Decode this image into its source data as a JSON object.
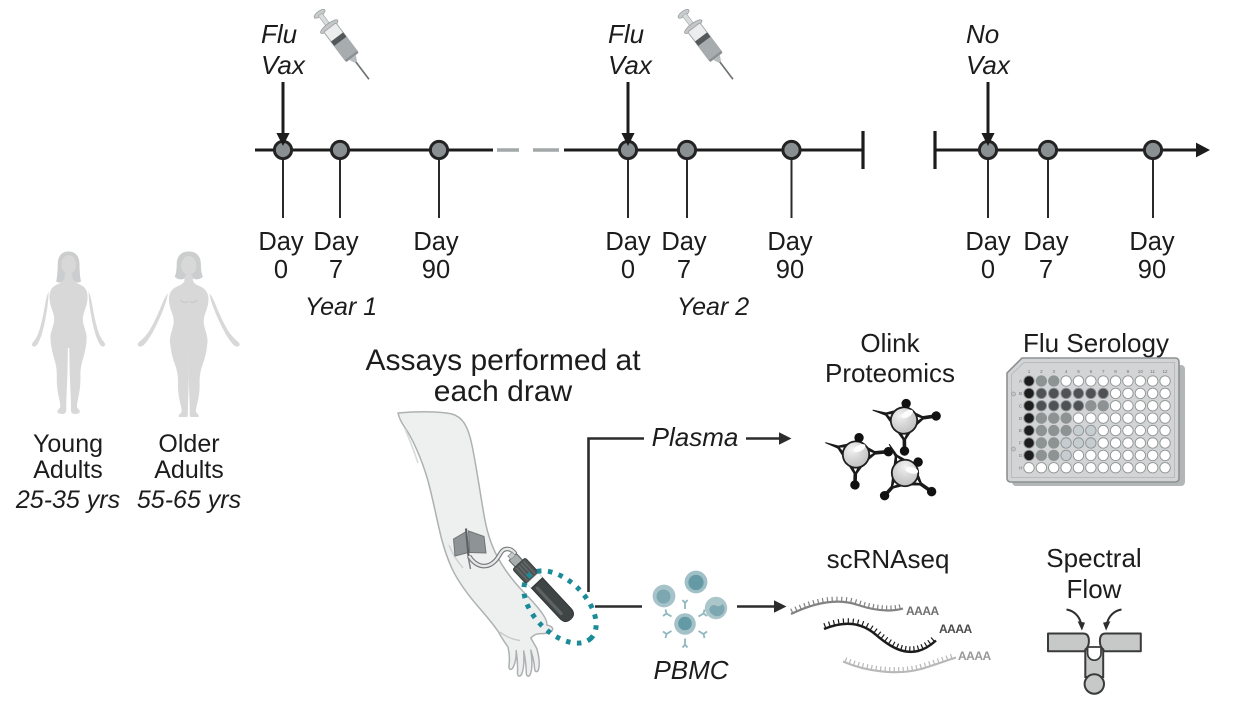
{
  "figure": {
    "background": "#ffffff",
    "description": "Influenza vaccination study design with two age cohorts, two vaccination years plus a no-vax arm, and assays performed at each blood draw"
  },
  "cohort": {
    "groups": [
      {
        "label_line1": "Young",
        "label_line2": "Adults",
        "age_range": "25-35 yrs",
        "icon": "young-adult-female-silhouette-icon"
      },
      {
        "label_line1": "Older",
        "label_line2": "Adults",
        "age_range": "55-65 yrs",
        "icon": "older-adult-female-silhouette-icon"
      }
    ]
  },
  "timelines": [
    {
      "id": "year1",
      "intervention_line1": "Flu",
      "intervention_line2": "Vax",
      "icon": "syringe-icon",
      "year_label": "Year 1",
      "days": [
        {
          "label": "Day",
          "value": "0"
        },
        {
          "label": "Day",
          "value": "7"
        },
        {
          "label": "Day",
          "value": "90"
        }
      ]
    },
    {
      "id": "year2",
      "intervention_line1": "Flu",
      "intervention_line2": "Vax",
      "icon": "syringe-icon",
      "year_label": "Year 2",
      "days": [
        {
          "label": "Day",
          "value": "0"
        },
        {
          "label": "Day",
          "value": "7"
        },
        {
          "label": "Day",
          "value": "90"
        }
      ]
    },
    {
      "id": "no-vax",
      "intervention_line1": "No",
      "intervention_line2": "Vax",
      "icon": "none",
      "year_label": "",
      "days": [
        {
          "label": "Day",
          "value": "0"
        },
        {
          "label": "Day",
          "value": "7"
        },
        {
          "label": "Day",
          "value": "90"
        }
      ]
    }
  ],
  "assays": {
    "title_line1": "Assays performed at",
    "title_line2": "each draw",
    "blood_draw_icon": "arm-blood-draw-icon",
    "polya_label": "AAAA",
    "branches": [
      {
        "sample": "Plasma",
        "assays": [
          {
            "name_line1": "Olink",
            "name_line2": "Proteomics",
            "icon": "protein-beads-icon"
          },
          {
            "name_line1": "Flu Serology",
            "name_line2": "",
            "icon": "microwell-plate-icon"
          }
        ]
      },
      {
        "sample": "PBMC",
        "assays": [
          {
            "name_line1": "scRNAseq",
            "name_line2": "",
            "icon": "rna-strands-icon"
          },
          {
            "name_line1": "Spectral",
            "name_line2": "Flow",
            "icon": "flow-nozzle-icon"
          }
        ]
      }
    ]
  },
  "serology_plate": {
    "row_labels": [
      "A",
      "B",
      "C",
      "D",
      "E",
      "F",
      "G",
      "H"
    ],
    "col_labels": [
      "1",
      "2",
      "3",
      "4",
      "5",
      "6",
      "7",
      "8",
      "9",
      "10",
      "11",
      "12"
    ],
    "well_shades": [
      [
        4,
        2,
        2,
        0,
        0,
        0,
        0,
        0,
        0,
        0,
        0,
        0
      ],
      [
        4,
        3,
        3,
        3,
        3,
        3,
        3,
        0,
        0,
        0,
        0,
        0
      ],
      [
        4,
        3,
        3,
        3,
        3,
        2,
        2,
        0,
        0,
        0,
        0,
        0
      ],
      [
        4,
        2,
        2,
        2,
        0,
        0,
        0,
        0,
        0,
        0,
        0,
        0
      ],
      [
        4,
        2,
        2,
        2,
        1,
        1,
        0,
        0,
        0,
        0,
        0,
        0
      ],
      [
        4,
        2,
        2,
        1,
        1,
        1,
        0,
        0,
        0,
        0,
        0,
        0
      ],
      [
        4,
        2,
        2,
        1,
        0,
        0,
        0,
        0,
        0,
        0,
        0,
        0
      ],
      [
        0,
        0,
        0,
        0,
        0,
        0,
        0,
        0,
        0,
        0,
        0,
        0
      ]
    ],
    "shade_colors": {
      "0": "#ffffff",
      "1": "#c6cdd0",
      "2": "#8d9293",
      "3": "#4e5254",
      "4": "#1d1d1d"
    }
  },
  "colors": {
    "text": "#1c1c1c",
    "line": "#1c1c1c",
    "dash": "#a2a7a7",
    "timeline_node": "#8a9092",
    "teal_accent": "#1b8b99",
    "silhouette": "#d8d8d8",
    "icon_gray": "#c7c9c9"
  }
}
